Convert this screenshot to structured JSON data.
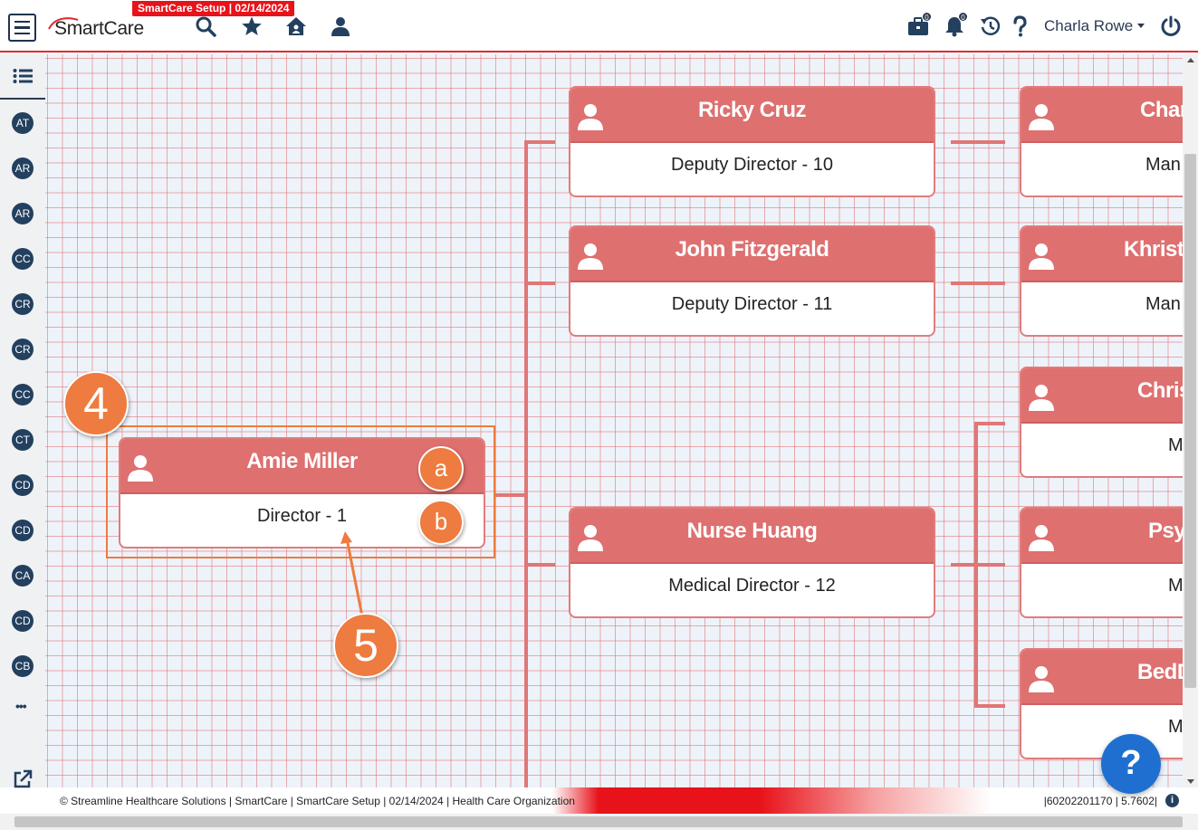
{
  "header": {
    "env_badge": "SmartCare Setup | 02/14/2024",
    "logo_text": "SmartCare",
    "user_name": "Charla Rowe",
    "briefcase_count": "0",
    "notifications_count": "0",
    "icons": [
      "menu-icon",
      "search-icon",
      "star-icon",
      "home-icon",
      "user-icon",
      "briefcase-icon",
      "bell-icon",
      "history-icon",
      "help-icon",
      "power-icon"
    ]
  },
  "sidebar": {
    "items": [
      {
        "label": "AT"
      },
      {
        "label": "AR"
      },
      {
        "label": "AR"
      },
      {
        "label": "CC"
      },
      {
        "label": "CR"
      },
      {
        "label": "CR"
      },
      {
        "label": "CC"
      },
      {
        "label": "CT"
      },
      {
        "label": "CD"
      },
      {
        "label": "CD"
      },
      {
        "label": "CA"
      },
      {
        "label": "CD"
      },
      {
        "label": "CB"
      }
    ],
    "more_label": "•••"
  },
  "org_chart": {
    "root": {
      "name": "Amie Miller",
      "title": "Director - 1"
    },
    "level2": [
      {
        "name": "Ricky Cruz",
        "title": "Deputy Director - 10"
      },
      {
        "name": "John Fitzgerald",
        "title": "Deputy Director - 11"
      },
      {
        "name": "Nurse Huang",
        "title": "Medical Director - 12"
      }
    ],
    "level3": [
      {
        "name": "Char",
        "title": "Man"
      },
      {
        "name": "Khrist",
        "title": "Man"
      },
      {
        "name": "Chris",
        "title": "M"
      },
      {
        "name": "Psy",
        "title": "M"
      },
      {
        "name": "BedDa",
        "title": "M"
      }
    ]
  },
  "annotations": {
    "step_4": "4",
    "step_5": "5",
    "label_a": "a",
    "label_b": "b",
    "accent_color": "#ee7b3f"
  },
  "footer": {
    "text": "© Streamline Healthcare Solutions | SmartCare | SmartCare Setup | 02/14/2024 | Health Care Organization",
    "right_text": "|60202201170 | 5.7602|",
    "info_icon": "i"
  },
  "help_button": "?",
  "colors": {
    "brand_red": "#e0292f",
    "card_header": "#de7070",
    "navy": "#23405f",
    "help_blue": "#1f6fd1"
  }
}
